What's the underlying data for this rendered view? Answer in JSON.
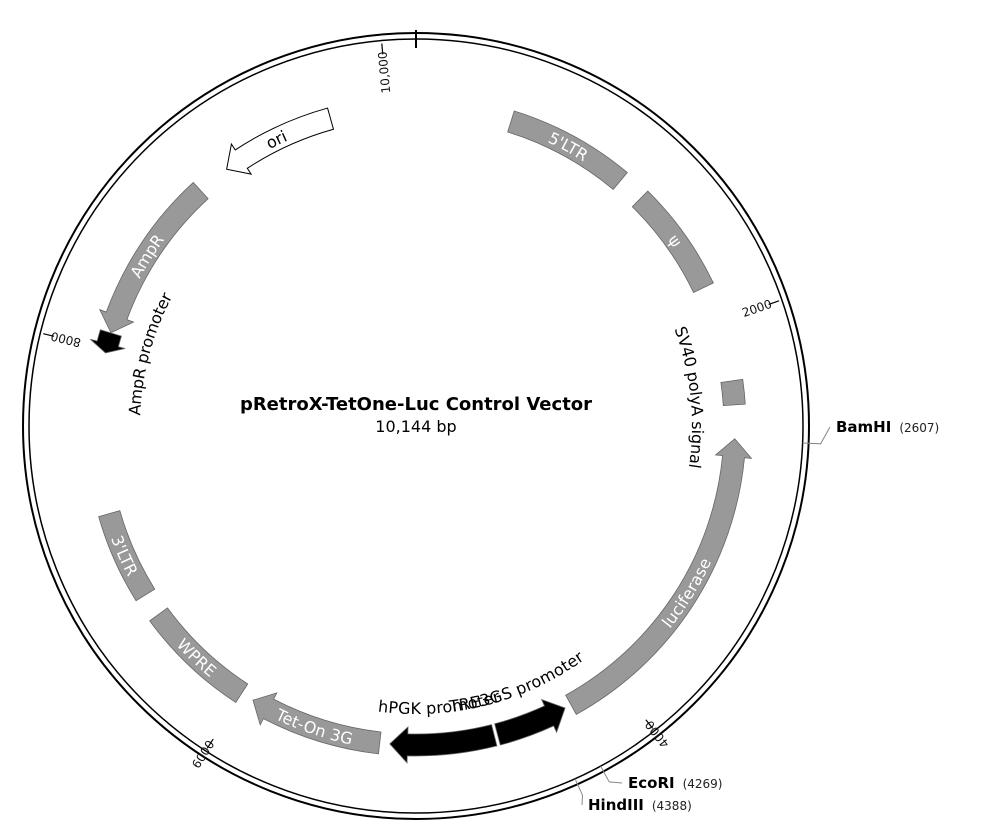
{
  "title": "pRetroX-TetOne-Luc Control Vector",
  "size_label": "10,144 bp",
  "total_bp": 10144,
  "colors": {
    "feature": "#999999",
    "promoter": "#000000",
    "ori": "#ffffff",
    "outline": "#000000",
    "inner_label": "#ffffff",
    "outer_label": "#000000"
  },
  "features": [
    {
      "name": "5'LTR",
      "start": 488,
      "end": 1122,
      "kind": "box",
      "label_inside": true
    },
    {
      "name": "ψ",
      "start": 1257,
      "end": 1812,
      "kind": "box",
      "label_inside": true
    },
    {
      "name": "SV40 polyA signal",
      "start": 2307,
      "end": 2429,
      "kind": "box",
      "label_inside": false
    },
    {
      "name": "luciferase",
      "start": 2601,
      "end": 4253,
      "kind": "arrow",
      "strand": "minus",
      "label_inside": true
    },
    {
      "name": "TRE3GS promoter",
      "start": 4287,
      "end": 4655,
      "kind": "arrow",
      "strand": "minus",
      "color": "promoter",
      "label_inside": false
    },
    {
      "name": "hPGK promoter",
      "start": 4672,
      "end": 5205,
      "kind": "arrow",
      "strand": "plus",
      "color": "promoter",
      "label_inside": false
    },
    {
      "name": "Tet-On 3G",
      "start": 5256,
      "end": 5938,
      "kind": "arrow",
      "strand": "plus",
      "label_inside": true
    },
    {
      "name": "WPRE",
      "start": 6005,
      "end": 6588,
      "kind": "box",
      "label_inside": true
    },
    {
      "name": "3'LTR",
      "start": 6707,
      "end": 7159,
      "kind": "box",
      "label_inside": true
    },
    {
      "name": "AmpR promoter",
      "start": 7981,
      "end": 8086,
      "kind": "arrow",
      "strand": "minus",
      "color": "promoter",
      "label_inside": false
    },
    {
      "name": "AmpR",
      "start": 8087,
      "end": 8948,
      "kind": "arrow",
      "strand": "minus",
      "label_inside": true
    },
    {
      "name": "ori",
      "start": 9118,
      "end": 9706,
      "kind": "arrow",
      "strand": "minus",
      "color": "ori",
      "label_inside": true
    }
  ],
  "ticks": [
    {
      "pos": 2000,
      "label": "2000"
    },
    {
      "pos": 4000,
      "label": "4000"
    },
    {
      "pos": 6000,
      "label": "6000"
    },
    {
      "pos": 8000,
      "label": "8000"
    },
    {
      "pos": 10000,
      "label": "10,000"
    }
  ],
  "sites": [
    {
      "name": "BamHI",
      "pos": 2607,
      "pos_label": "(2607)"
    },
    {
      "name": "EcoRI",
      "pos": 4269,
      "pos_label": "(4269)"
    },
    {
      "name": "HindIII",
      "pos": 4388,
      "pos_label": "(4388)"
    }
  ]
}
